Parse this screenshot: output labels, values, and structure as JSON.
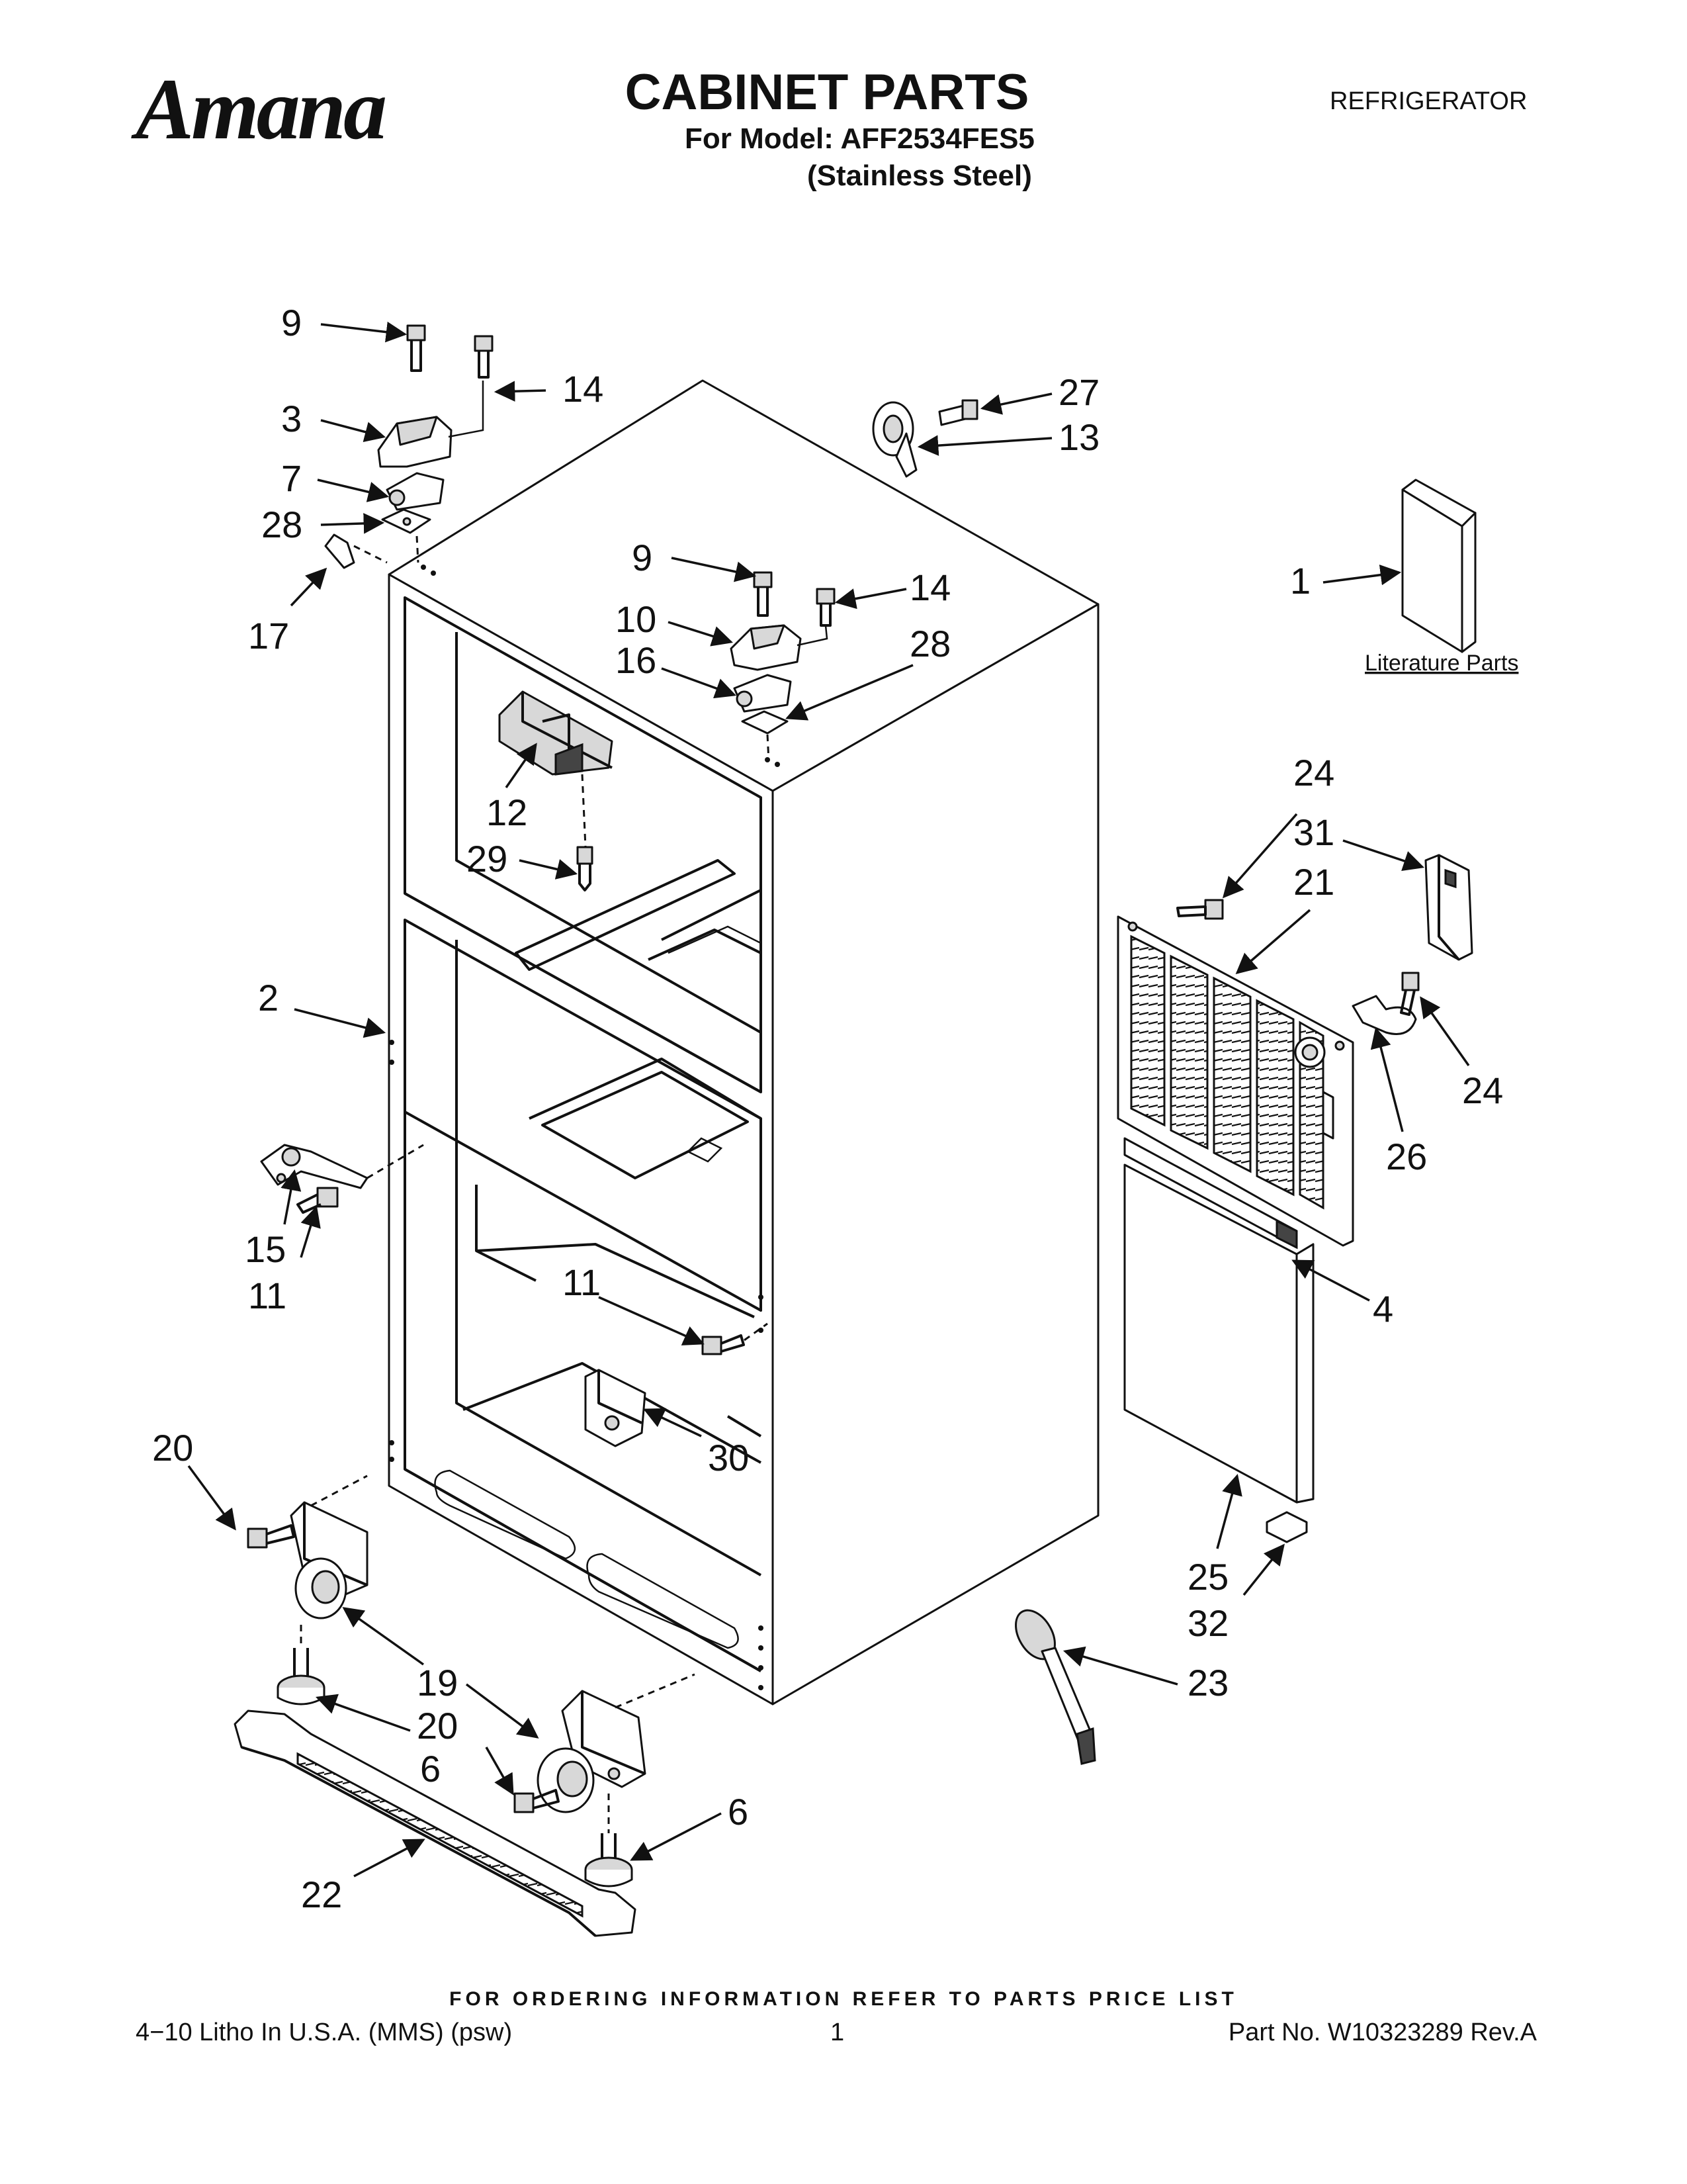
{
  "header": {
    "brand": "Amana",
    "title": "CABINET PARTS",
    "model_line": "For Model: AFF2534FES5",
    "finish_line": "(Stainless Steel)",
    "category": "REFRIGERATOR"
  },
  "diagram": {
    "literature_label": "Literature Parts",
    "callouts": [
      "9",
      "14",
      "3",
      "7",
      "28",
      "17",
      "27",
      "13",
      "1",
      "9",
      "10",
      "14",
      "16",
      "28",
      "12",
      "29",
      "24",
      "31",
      "21",
      "2",
      "24",
      "26",
      "15",
      "11",
      "11",
      "4",
      "20",
      "30",
      "25",
      "32",
      "19",
      "20",
      "6",
      "23",
      "6",
      "22"
    ]
  },
  "footer": {
    "ordering_note": "FOR ORDERING INFORMATION REFER TO PARTS PRICE LIST",
    "litho": "4−10 Litho In U.S.A. (MMS) (psw)",
    "page_number": "1",
    "part_number": "Part No. W10323289 Rev.A"
  }
}
